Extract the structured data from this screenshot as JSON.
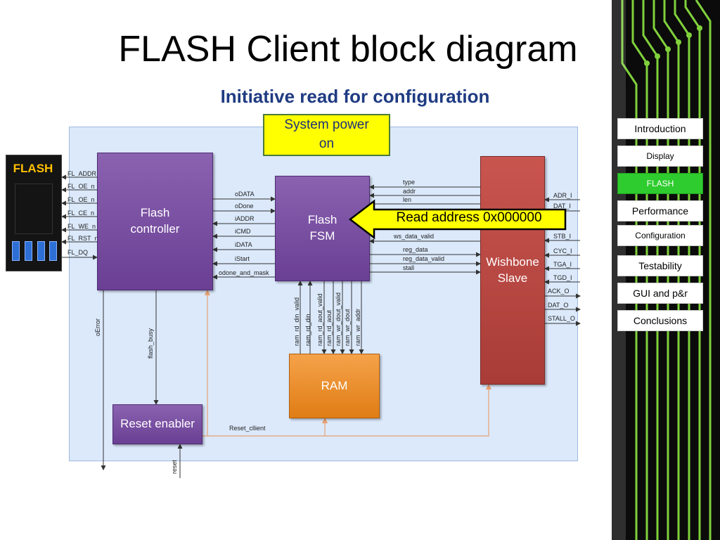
{
  "title": "FLASH Client block diagram",
  "subtitle": "Initiative read for configuration",
  "blocks": {
    "flash_controller": "Flash\ncontroller",
    "flash_fsm": "Flash\nFSM",
    "wishbone_slave": "Wishbone\nSlave",
    "ram": "RAM",
    "reset_enabler": "Reset enabler",
    "system_power_on": "System power\non",
    "flash_chip_label": "FLASH"
  },
  "callout": "Read address 0x000000",
  "left_pins": [
    "FL_ADDR",
    "FL_OE_n",
    "FL_OE_n",
    "FL_CE_n",
    "FL_WE_n",
    "FL_RST_n",
    "FL_DQ"
  ],
  "ctrl_fsm_signals": [
    "oDATA",
    "oDone",
    "iADDR",
    "iCMD",
    "iDATA",
    "iStart",
    "odone_and_mask"
  ],
  "fsm_wb_signals": [
    "type",
    "addr",
    "len",
    "ws_data_valid",
    "reg_data",
    "reg_data_valid",
    "stall"
  ],
  "wb_right_inputs": [
    "ADR_I",
    "DAT_I",
    "STB_I",
    "CYC_I",
    "TGA_I",
    "TGD_I"
  ],
  "wb_right_outputs": [
    "ACK_O",
    "DAT_O",
    "STALL_O"
  ],
  "ram_signals": [
    "ram_rd_din_valid",
    "ram_rd_din",
    "ram_rd_aout_valid",
    "ram_rd_aout",
    "ram_wr_dout_valid",
    "ram_wr_dout",
    "ram_wr_addr"
  ],
  "misc_signals": {
    "oerror": "oError",
    "flash_busy": "flash_busy",
    "reset_client": "Reset_cllient",
    "reset": "reset"
  },
  "nav": [
    {
      "label": "Introduction",
      "active": false
    },
    {
      "label": "Display",
      "active": false
    },
    {
      "label": "FLASH",
      "active": true
    },
    {
      "label": "Performance",
      "active": false
    },
    {
      "label": "Configuration",
      "active": false
    },
    {
      "label": "Testability",
      "active": false
    },
    {
      "label": "GUI and p&r",
      "active": false
    },
    {
      "label": "Conclusions",
      "active": false
    }
  ],
  "colors": {
    "title": "#000000",
    "subtitle": "#1f3b82",
    "panel": "#dbe9fb",
    "purple_block": "#7a4fa3",
    "wishbone": "#b8453f",
    "ram": "#f08c2a",
    "power": "#ffff00",
    "active_nav": "#2ecc2e",
    "circuit_bg": "#0b0b0b",
    "circuit_trace": "#7fd13b"
  }
}
